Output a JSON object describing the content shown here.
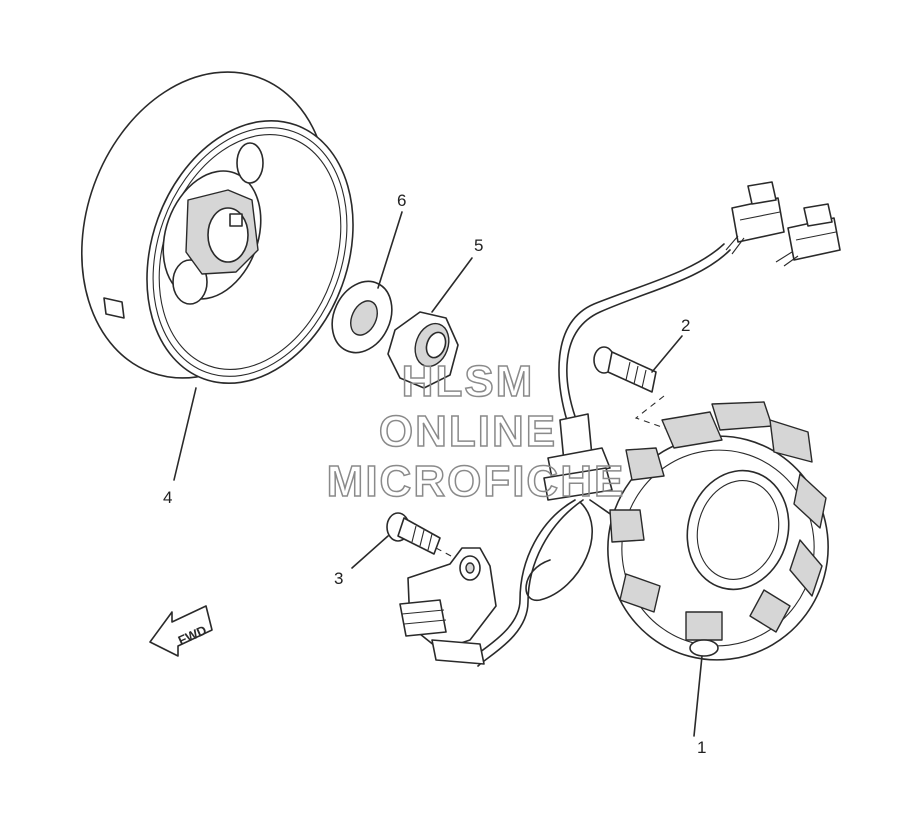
{
  "callouts": {
    "part_1": "1",
    "part_2": "2",
    "part_3": "3",
    "part_4": "4",
    "part_5": "5",
    "part_6": "6"
  },
  "watermark": {
    "line1": "HLSM",
    "line2": "ONLINE",
    "line3": "MICROFICHE"
  },
  "direction_arrow": {
    "label": "FWD"
  },
  "colors": {
    "line": "#2a2a2a",
    "watermark_stroke": "#8a8a8a",
    "background": "#ffffff"
  }
}
